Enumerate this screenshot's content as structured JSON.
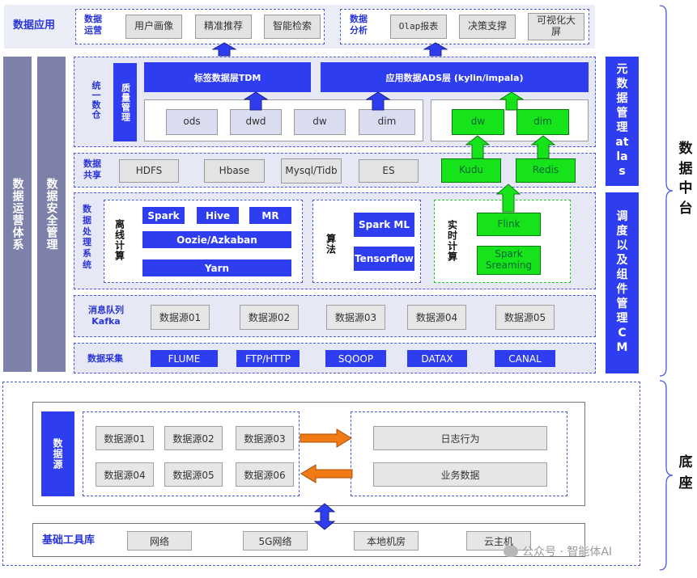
{
  "top": {
    "app_label": "数据应用",
    "ops_label": "数据运营",
    "ops_items": [
      "用户画像",
      "精准推荐",
      "智能检索"
    ],
    "analysis_label": "数据分析",
    "analysis_items": [
      "Olap报表",
      "决策支撑",
      "可视化大屏"
    ]
  },
  "left_bars": {
    "ops_system": "数据运营体系",
    "security": "数据安全管理"
  },
  "warehouse": {
    "label": "统一数仓",
    "quality": "质量管理",
    "tdm": "标签数据层TDM",
    "ads": "应用数据ADS层 (kylin/impala)",
    "layers": [
      "ods",
      "dwd",
      "dw",
      "dim"
    ],
    "green_layers": [
      "dw",
      "dim"
    ]
  },
  "sharing": {
    "label": "数据共享",
    "items": [
      "HDFS",
      "Hbase",
      "Mysql/Tidb",
      "ES"
    ],
    "green_items": [
      "Kudu",
      "Redis"
    ]
  },
  "processing": {
    "label": "数据处理系统",
    "offline_label": "离线计算",
    "offline_row": [
      "Spark",
      "Hive",
      "MR"
    ],
    "scheduler": "Oozie/Azkaban",
    "yarn": "Yarn",
    "algo_label": "算法",
    "algo_items": [
      "Spark ML",
      "Tensorflow"
    ],
    "realtime_label": "实时计算",
    "realtime_items": [
      "Flink",
      "Spark Sreaming"
    ]
  },
  "queue": {
    "label": "消息队列 Kafka",
    "items": [
      "数据源01",
      "数据源02",
      "数据源03",
      "数据源04",
      "数据源05"
    ]
  },
  "collection": {
    "label": "数据采集",
    "items": [
      "FLUME",
      "FTP/HTTP",
      "SQOOP",
      "DATAX",
      "CANAL"
    ]
  },
  "right_bars": {
    "atlas": "元数据管理atlas",
    "cm": "调度以及组件管理CM"
  },
  "brackets": {
    "platform": "数据中台",
    "base": "底座"
  },
  "base": {
    "source_label": "数据源",
    "sources": [
      "数据源01",
      "数据源02",
      "数据源03",
      "数据源04",
      "数据源05",
      "数据源06"
    ],
    "targets": [
      "日志行为",
      "业务数据"
    ],
    "tools_label": "基础工具库",
    "tools": [
      "网络",
      "5G网络",
      "本地机房",
      "云主机"
    ]
  },
  "watermark": "公众号 · 智能体AI",
  "colors": {
    "blue": "#2f3df0",
    "green": "#17e31a",
    "sidebar": "#7d80a8",
    "panel": "#e6e8f6",
    "orange": "#f07a14"
  }
}
